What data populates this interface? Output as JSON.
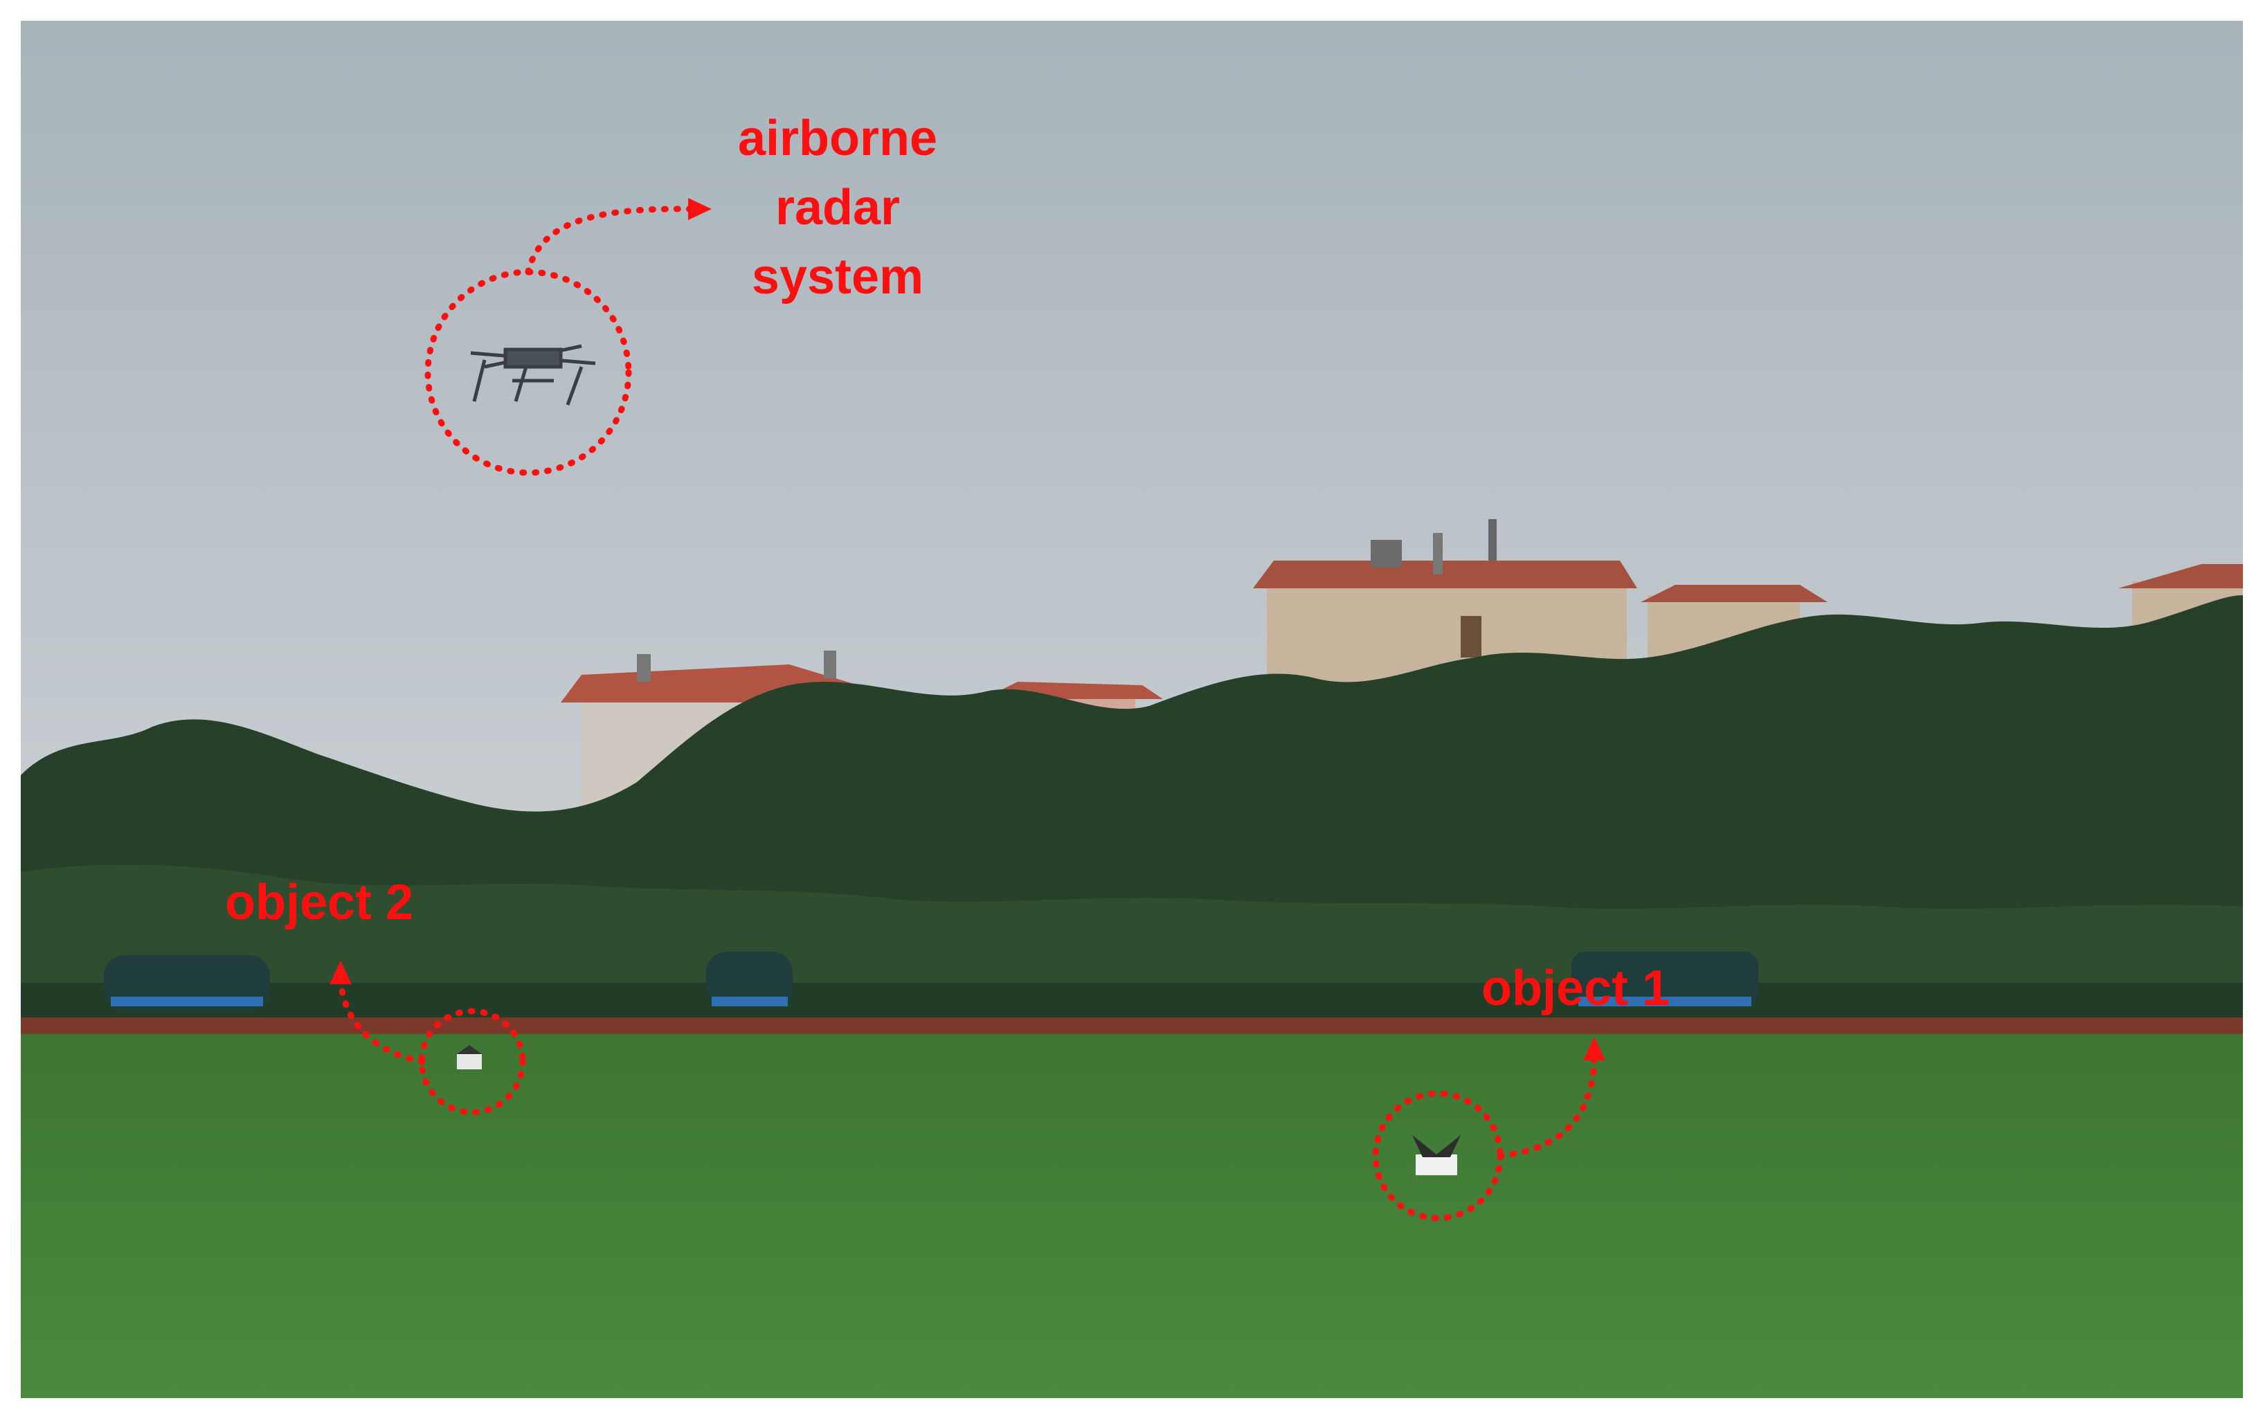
{
  "annotations": {
    "radar_label_lines": [
      "airborne",
      "radar",
      "system"
    ],
    "object_2_label": "object 2",
    "object_1_label": "object 1",
    "annotation_color": "#ff1010"
  },
  "scene": {
    "sky_top_color": "#a9b4bb",
    "sky_horizon_color": "#d8c3b5",
    "tree_color": "#27402a",
    "grass_color": "#3f7a36",
    "track_color": "#7a3a2a",
    "building_color": "#c9b7a0",
    "roof_color": "#a8503d"
  }
}
